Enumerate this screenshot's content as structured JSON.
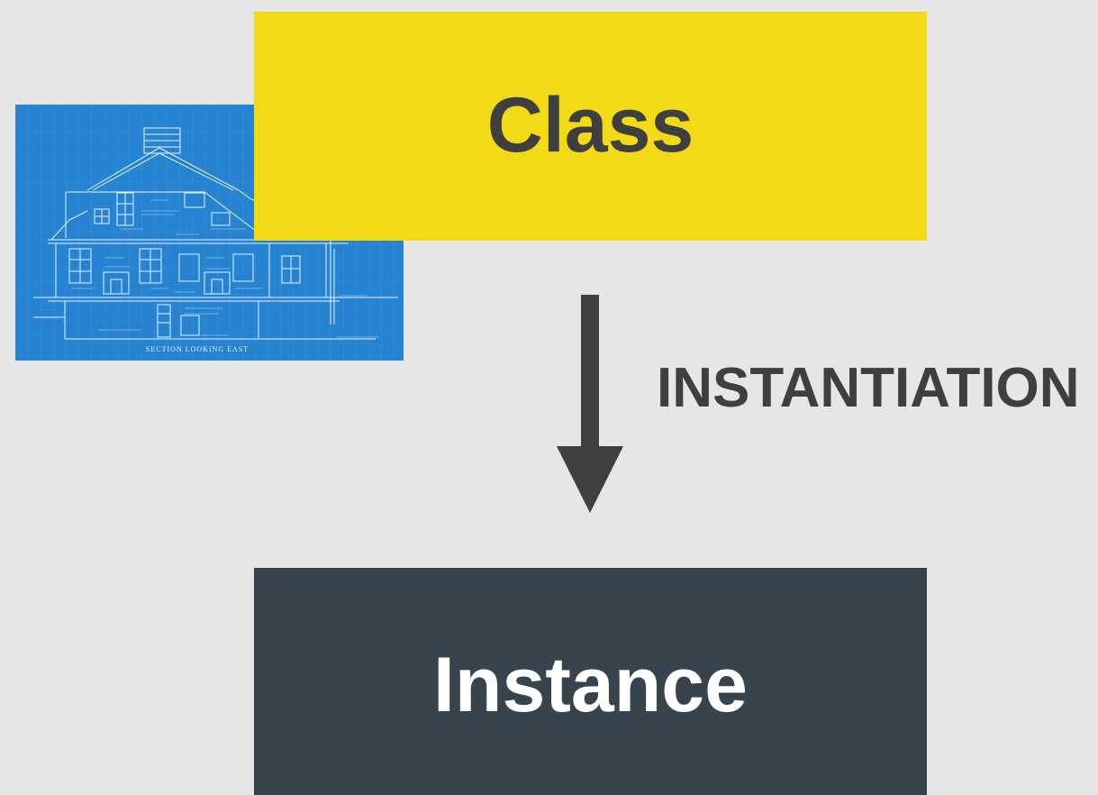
{
  "diagram": {
    "class_label": "Class",
    "edge_label": "INSTANTIATION",
    "instance_label": "Instance",
    "blueprint_caption": "SECTION LOOKING EAST"
  },
  "colors": {
    "background": "#e6e6e6",
    "class_fill": "#f2da17",
    "instance_fill": "#38444d",
    "arrow": "#404040",
    "blueprint_blue": "#2583d2"
  },
  "icons": {
    "arrow": "arrow-down-icon",
    "image": "house-blueprint-image"
  }
}
